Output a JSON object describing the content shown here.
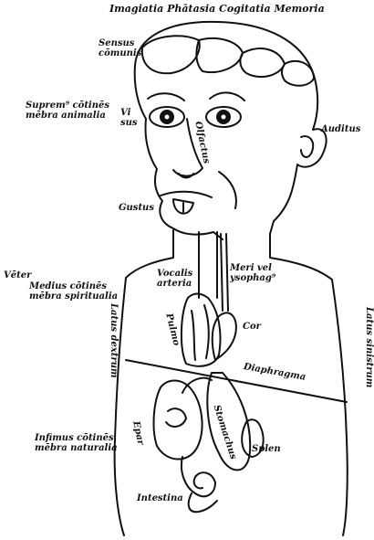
{
  "figure": {
    "title": "Imagiatia Phātasia Cogitatia Memoria",
    "labels": {
      "sensus_communis": [
        "Sensus",
        "cōmunis"
      ],
      "ventricles": [
        "Imagiatia",
        "Phātasia",
        "Cogitatia",
        "Memoria"
      ],
      "supremus": [
        "Suprem⁹ cōtinēs",
        "mēbra animalia"
      ],
      "visus": [
        "Vi",
        "sus"
      ],
      "olfactus": "Olfactus",
      "auditus": "Auditus",
      "gustus": "Gustus",
      "vocalis_arteria": [
        "Vocalis",
        "arteria"
      ],
      "meri": [
        "Meri vel",
        "ysophag⁹"
      ],
      "venter": "Vēter",
      "medius": [
        "Medius cōtinēs",
        "mēbra spiritualia"
      ],
      "latus_dextrum": "Latus dextrum",
      "latus_sinistrum": "Latus sinistrum",
      "pulmo": "Pulmo",
      "cor": "Cor",
      "diaphragma": "Diaphragma",
      "stomachus": "Stomachus",
      "epar": "Epar",
      "splen": "Splen",
      "infimus": [
        "Infimus cōtinēs",
        "mēbra naturalia"
      ],
      "intestina": "Intestina"
    }
  }
}
